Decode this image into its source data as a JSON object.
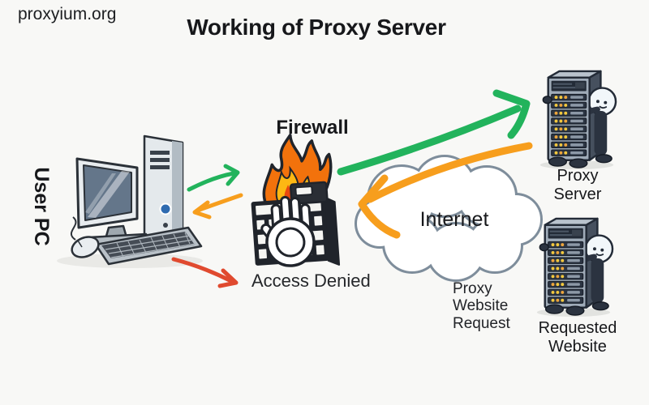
{
  "header": {
    "site": "proxyium.org",
    "title": "Working of Proxy Server"
  },
  "nodes": {
    "user_pc": {
      "label": "User PC"
    },
    "firewall": {
      "label": "Firewall",
      "status": "Access Denied"
    },
    "internet": {
      "label": "Internet",
      "request_note": "Proxy Website Request"
    },
    "proxy_server": {
      "label": "Proxy Server"
    },
    "requested_website": {
      "label": "Requested Website"
    }
  },
  "edges": [
    {
      "from": "user_pc",
      "to": "firewall",
      "meaning": "request",
      "color_key": "green"
    },
    {
      "from": "firewall",
      "to": "user_pc",
      "meaning": "response",
      "color_key": "orange"
    },
    {
      "from": "user_pc",
      "to": "firewall",
      "meaning": "blocked request (access denied)",
      "color_key": "red"
    },
    {
      "from": "firewall",
      "to": "proxy_server",
      "meaning": "forwarded request",
      "color_key": "green"
    },
    {
      "from": "proxy_server",
      "to": "firewall",
      "via": "internet",
      "meaning": "proxy website request / response",
      "color_key": "orange"
    }
  ],
  "icons": {
    "user-pc-icon": "desktop computer with monitor, tower, keyboard, mouse",
    "firewall-icon": "brick wall with flames and stop hand",
    "internet-cloud-icon": "outlined cloud",
    "server-rack-icon": "server tower with mascot peeking"
  },
  "colors": {
    "background": "#f8f8f6",
    "text": "#17181b",
    "green": "#22b35c",
    "orange": "#f79e1d",
    "red": "#e04a2f",
    "cloud_outline": "#7e8d9b"
  }
}
